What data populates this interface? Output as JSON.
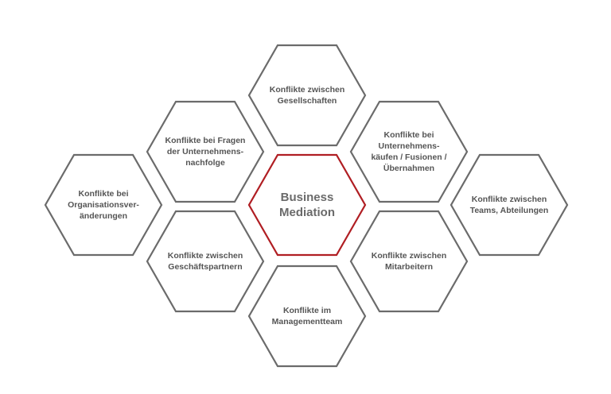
{
  "hexagons": {
    "top": {
      "label": "Konflikte zwischen\nGesellschaften"
    },
    "upper_left": {
      "label": "Konflikte bei Fragen\nder Unternehmens-\nnachfolge"
    },
    "upper_right": {
      "label": "Konflikte bei\nUnternehmens-\nkäufen / Fusionen /\nÜbernahmen"
    },
    "far_left": {
      "label": "Konflikte bei\nOrganisationsver-\nänderungen"
    },
    "center": {
      "label": "Business\nMediation"
    },
    "far_right": {
      "label": "Konflikte zwischen\nTeams, Abteilungen"
    },
    "lower_left": {
      "label": "Konflikte zwischen\nGeschäftspartnern"
    },
    "lower_right": {
      "label": "Konflikte zwischen\nMitarbeitern"
    },
    "bottom": {
      "label": "Konflikte im\nManagementteam"
    }
  },
  "colors": {
    "outline": "#6b6b6b",
    "center_outline": "#b01e23",
    "text": "#555555"
  }
}
